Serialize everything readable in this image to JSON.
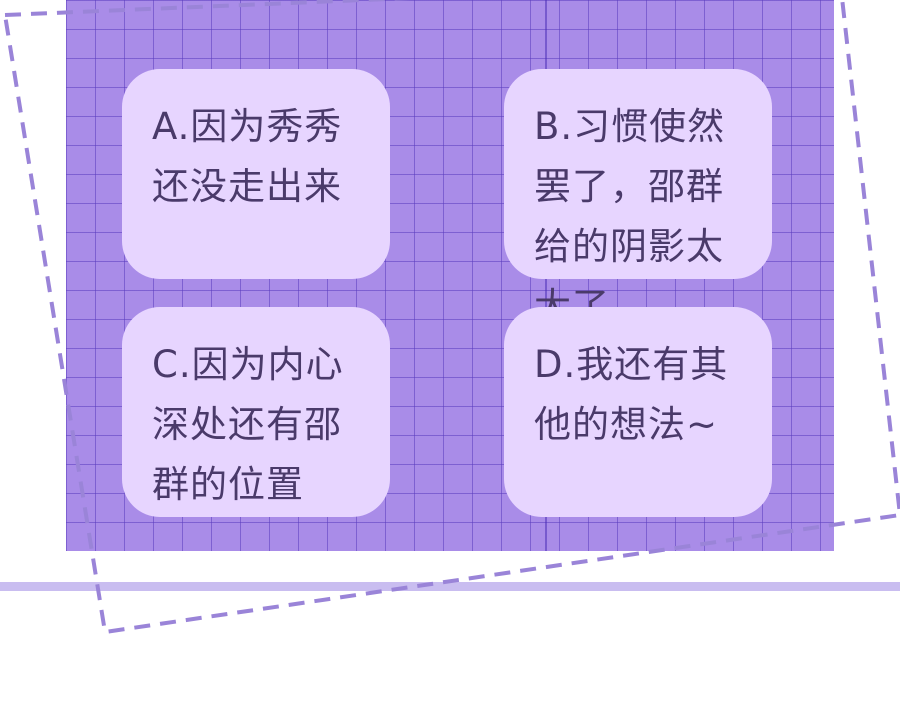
{
  "options": [
    {
      "id": "A",
      "text": "A.因为秀秀还没走出来"
    },
    {
      "id": "B",
      "text": "B.习惯使然罢了，邵群给的阴影太大了"
    },
    {
      "id": "C",
      "text": "C.因为内心深处还有邵群的位置"
    },
    {
      "id": "D",
      "text": "D.我还有其他的想法~"
    }
  ],
  "colors": {
    "grid_background": "#a98ce8",
    "card_background": "#e7d5ff",
    "text": "#4a3a6a",
    "dashed_frame": "#9a84d8",
    "strip": "#c9bdf0"
  }
}
